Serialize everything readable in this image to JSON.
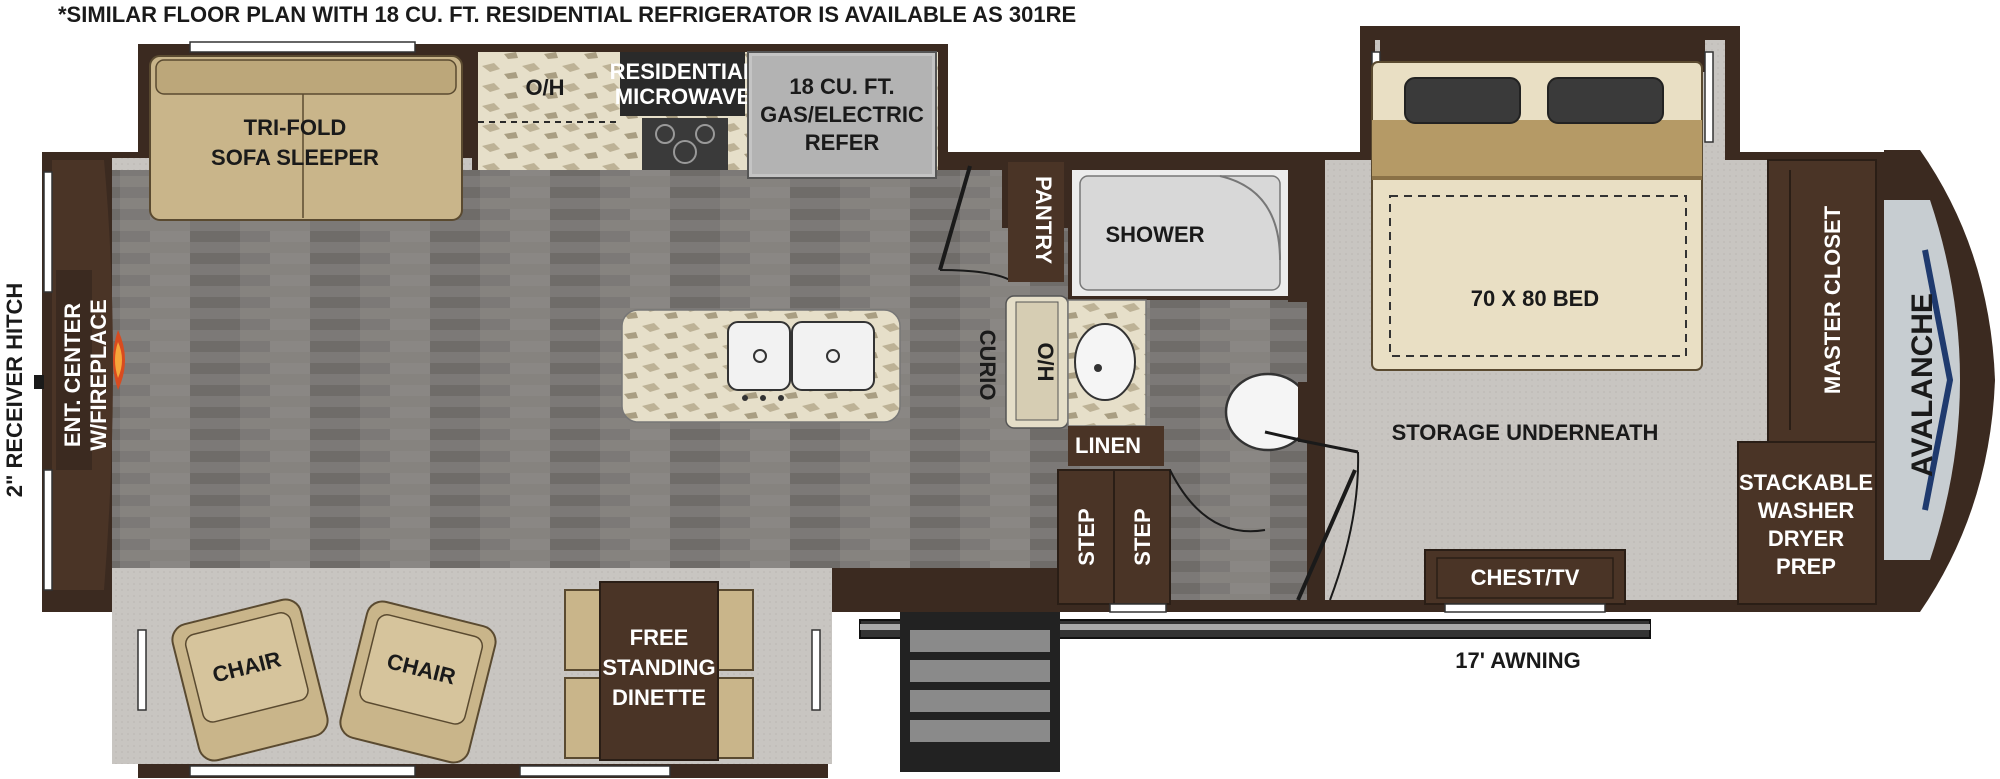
{
  "note": "*SIMILAR FLOOR PLAN WITH 18 CU. FT. RESIDENTIAL REFRIGERATOR IS AVAILABLE AS 301RE",
  "brand": "AVALANCHE",
  "hitch": "2\" RECEIVER HITCH",
  "labels": {
    "sofa": [
      "TRI-FOLD",
      "SOFA SLEEPER"
    ],
    "overhead": "O/H",
    "microwave": [
      "RESIDENTIAL",
      "MICROWAVE"
    ],
    "refer": [
      "18 CU. FT.",
      "GAS/ELECTRIC",
      "REFER"
    ],
    "entertainment": [
      "ENT. CENTER",
      "W/FIREPLACE"
    ],
    "curio": "CURIO",
    "pantry": "PANTRY",
    "shower": "SHOWER",
    "bath_overhead": "O/H",
    "linen": "LINEN",
    "step": "STEP",
    "bed": "70 X 80 BED",
    "storage": "STORAGE UNDERNEATH",
    "closet": "MASTER CLOSET",
    "washer": [
      "STACKABLE",
      "WASHER",
      "DRYER",
      "PREP"
    ],
    "chest": "CHEST/TV",
    "awning": "17' AWNING",
    "chair": "CHAIR",
    "dinette": [
      "FREE",
      "STANDING",
      "DINETTE"
    ]
  },
  "colors": {
    "wall": "#3b2a20",
    "floor_wood": "#7d7a78",
    "carpet": "#c6c3bf",
    "counter": "#e8e2cf",
    "furniture": "#c9b58a",
    "cabinet": "#4a3426",
    "appliance": "#b8b8b8",
    "dark": "#2a2a2a"
  }
}
